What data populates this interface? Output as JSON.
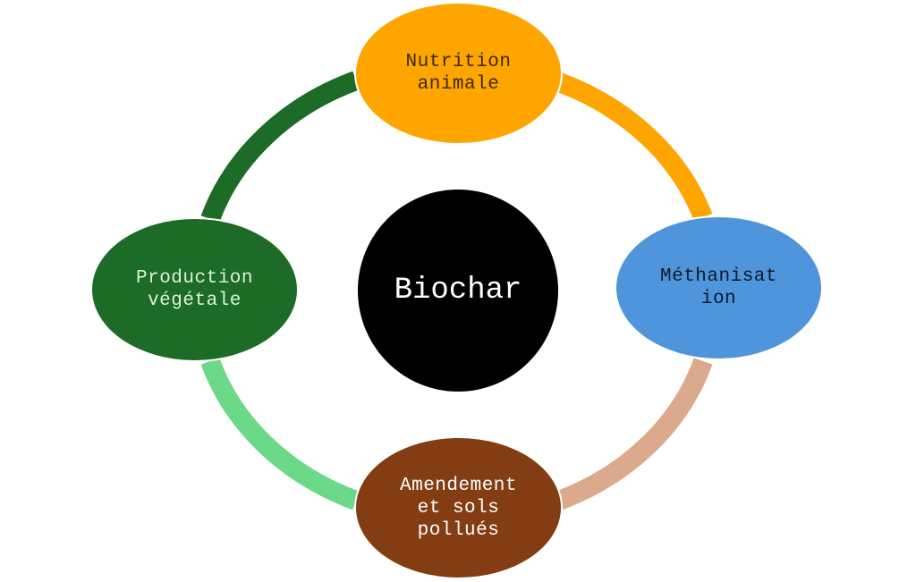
{
  "center": {
    "label": "Biochar",
    "color": "#000000",
    "text_color": "#ffffff"
  },
  "nodes": [
    {
      "id": "top",
      "label": "Nutrition\nanimale",
      "color": "#FFA500",
      "text_color": "#3a2a00"
    },
    {
      "id": "right",
      "label": "Méthanisat\nion",
      "color": "#4F95DB",
      "text_color": "#0b1a2a"
    },
    {
      "id": "bottom",
      "label": "Amendement\net sols\npollués",
      "color": "#843C12",
      "text_color": "#ffffff"
    },
    {
      "id": "left",
      "label": "Production\nvégétale",
      "color": "#1C6B26",
      "text_color": "#d9f2d9"
    }
  ],
  "arcs": [
    {
      "name": "arc-top-right",
      "color": "#FFA500"
    },
    {
      "name": "arc-right-bottom",
      "color": "#DBA98C"
    },
    {
      "name": "arc-bottom-left",
      "color": "#6CD989"
    },
    {
      "name": "arc-left-top",
      "color": "#1C6B26"
    }
  ]
}
